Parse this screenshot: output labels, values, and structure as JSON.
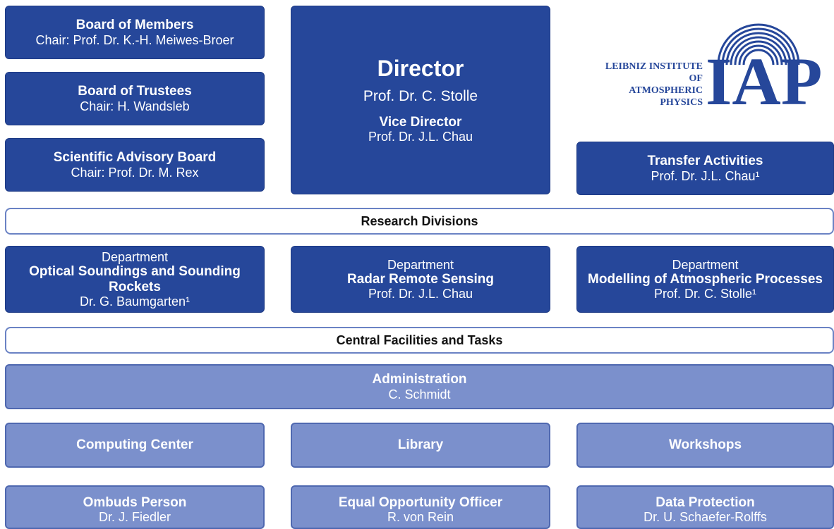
{
  "boards": {
    "members": {
      "title": "Board of Members",
      "chair": "Chair: Prof. Dr. K.-H. Meiwes-Broer"
    },
    "trustees": {
      "title": "Board of Trustees",
      "chair": "Chair: H. Wandsleb"
    },
    "advisory": {
      "title": "Scientific Advisory Board",
      "chair": "Chair: Prof. Dr. M. Rex"
    }
  },
  "director": {
    "title": "Director",
    "name": "Prof. Dr. C. Stolle",
    "vice_title": "Vice Director",
    "vice_name": "Prof. Dr. J.L. Chau"
  },
  "logo": {
    "lines": [
      "LEIBNIZ INSTITUTE",
      "OF",
      "ATMOSPHERIC",
      "PHYSICS"
    ],
    "acronym": "IAP"
  },
  "transfer": {
    "title": "Transfer Activities",
    "name": "Prof. Dr. J.L. Chau¹"
  },
  "research_divisions": "Research Divisions",
  "departments": [
    {
      "kind": "Department",
      "title": "Optical Soundings and Sounding Rockets",
      "name": "Dr. G. Baumgarten¹"
    },
    {
      "kind": "Department",
      "title": "Radar Remote Sensing",
      "name": "Prof. Dr. J.L. Chau"
    },
    {
      "kind": "Department",
      "title": "Modelling of Atmospheric Processes",
      "name": "Prof. Dr. C. Stolle¹"
    }
  ],
  "central_facilities": "Central Facilities and Tasks",
  "administration": {
    "title": "Administration",
    "name": "C. Schmidt"
  },
  "facilities": [
    "Computing Center",
    "Library",
    "Workshops"
  ],
  "officers": [
    {
      "title": "Ombuds Person",
      "name": "Dr. J. Fiedler"
    },
    {
      "title": "Equal Opportunity Officer",
      "name": "R. von Rein"
    },
    {
      "title": "Data Protection",
      "name": "Dr. U. Schaefer-Rolffs"
    }
  ],
  "colors": {
    "dark_blue": "#26479a",
    "light_blue": "#7b90cc",
    "bar_border": "#6a82c4"
  }
}
